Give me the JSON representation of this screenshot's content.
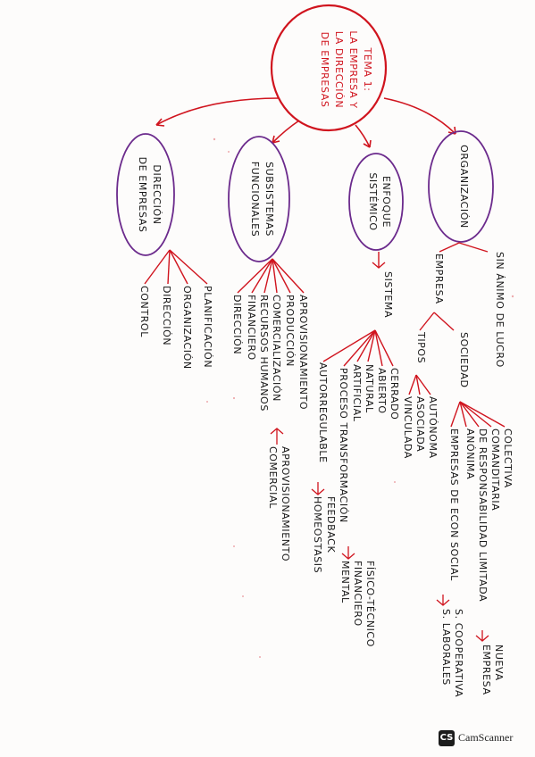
{
  "title": [
    "TEMA 1:",
    "LA EMPRESA Y",
    "LA DIRECCIÓN",
    "DE EMPRESAS"
  ],
  "main_branches": {
    "direccion": [
      "DIRECCIÓN",
      "DE EMPRESAS"
    ],
    "subsistemas": [
      "SUBSISTEMAS",
      "FUNCIONALES"
    ],
    "enfoque": [
      "ENFOQUE",
      "SISTÉMICO"
    ],
    "organizacion": "ORGANIZACIÓN"
  },
  "direccion_items": [
    "PLANIFICACIÓN",
    "ORGANIZACIÓN",
    "DIRECCIÓN",
    "CONTROL"
  ],
  "subsistemas_items": [
    "APROVISIONAMIENTO",
    "PRODUCCIÓN",
    "COMERCIALIZACIÓN",
    "RECURSOS HUMANOS",
    "FINANCIERO",
    "DIRECCIÓN"
  ],
  "comercializacion_sub": [
    "APROVISIONAMIENTO",
    "COMERCIAL"
  ],
  "sistema": {
    "label": "SISTEMA",
    "items": [
      "CERRADO",
      "ABIERTO",
      "NATURAL",
      "ARTIFICIAL",
      "PROCESO TRANSFORMACIÓN",
      "AUTORREGULABLE"
    ],
    "proceso_sub": [
      "FÍSICO-TÉCNICO",
      "FINANCIERO",
      "MENTAL"
    ],
    "autorregulable_sub": [
      "FEEDBACK",
      "HOMEOSTASIS"
    ]
  },
  "organizacion": {
    "sin_animo": "SIN ÁNIMO DE LUCRO",
    "empresa": "EMPRESA",
    "tipos": "TIPOS",
    "sociedad": "SOCIEDAD",
    "tipos_items": [
      "AUTÓNOMA",
      "ASOCIADA",
      "VINCULADA"
    ],
    "sociedad_items": [
      "COLECTIVA",
      "COMANDITARIA",
      "DE RESPONSABILIDAD LIMITADA",
      "ANÓNIMA",
      "EMPRESAS DE ECON SOCIAL"
    ],
    "limitada_sub": [
      "NUEVA",
      "EMPRESA"
    ],
    "econ_social_sub": [
      "S. COOPERATIVA",
      "S. LABORALES"
    ]
  },
  "scanner": {
    "logo": "CS",
    "name": "CamScanner"
  },
  "colors": {
    "ink": "#161616",
    "red": "#d0141e",
    "purple": "#6b2a8c"
  }
}
